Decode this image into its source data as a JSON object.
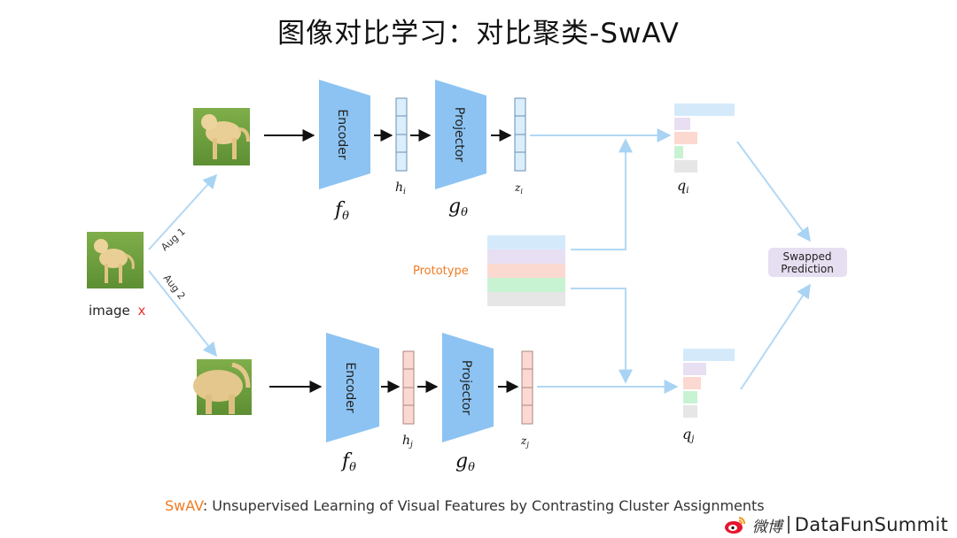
{
  "title": "图像对比学习：对比聚类-SwAV",
  "input_label": "image",
  "input_var": "x",
  "aug1_label": "Aug 1",
  "aug2_label": "Aug 2",
  "encoder_label": "Encoder",
  "projector_label": "Projector",
  "encoder_fn": "f",
  "projector_fn": "g",
  "theta": "θ",
  "h_top": "h",
  "h_top_sub": "i",
  "z_top": "z",
  "z_top_sub": "i",
  "h_bot": "h",
  "h_bot_sub": "j",
  "z_bot": "z",
  "z_bot_sub": "j",
  "q_top": "q",
  "q_top_sub": "i",
  "q_bot": "q",
  "q_bot_sub": "j",
  "prototype_label": "Prototype",
  "swapped_line1": "Swapped",
  "swapped_line2": "Prediction",
  "caption_prefix": "SwAV",
  "caption_rest": ":  Unsupervised Learning of Visual Features by Contrasting Cluster Assignments",
  "footer_weibo": "微博",
  "footer_brand": "DataFunSummit",
  "colors": {
    "trapezoid": "#8cc3f2",
    "top_vector": "#dbeefc",
    "bottom_vector": "#fbd9d2",
    "arrow_light": "#b3d8f4",
    "prototype_text": "#f07b22",
    "input_var": "#e8342a",
    "swapped_bg": "#e6dff1",
    "proto_rows": [
      "#d4eafb",
      "#e8dff2",
      "#fbd9d0",
      "#c8f3d3",
      "#e6e6e6"
    ]
  }
}
